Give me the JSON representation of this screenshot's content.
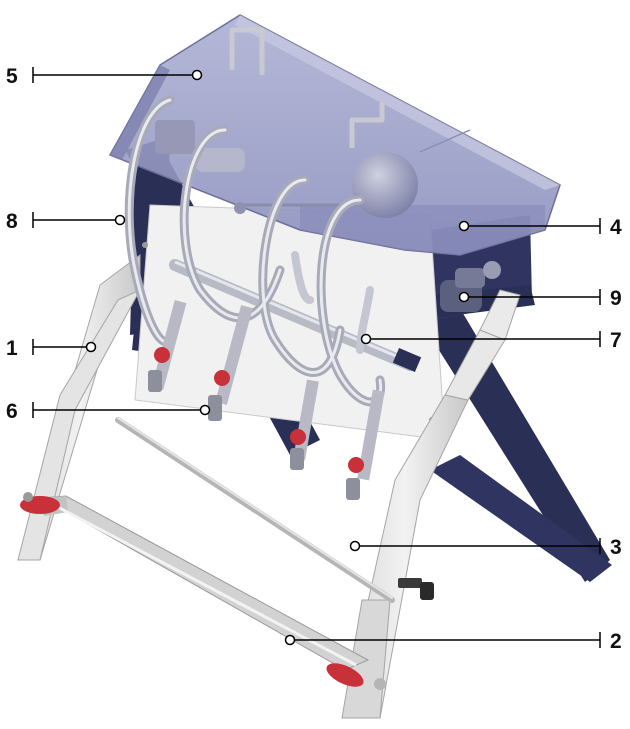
{
  "callouts": {
    "c1": "1",
    "c2": "2",
    "c3": "3",
    "c4": "4",
    "c5": "5",
    "c6": "6",
    "c7": "7",
    "c8": "8",
    "c9": "9"
  },
  "colors": {
    "frame_dark": "#2a2f55",
    "frame_light": "#e2e2e2",
    "hopper": "#9da2c8",
    "pipe": "#c4c6d2",
    "red_clip": "#c8303a"
  }
}
